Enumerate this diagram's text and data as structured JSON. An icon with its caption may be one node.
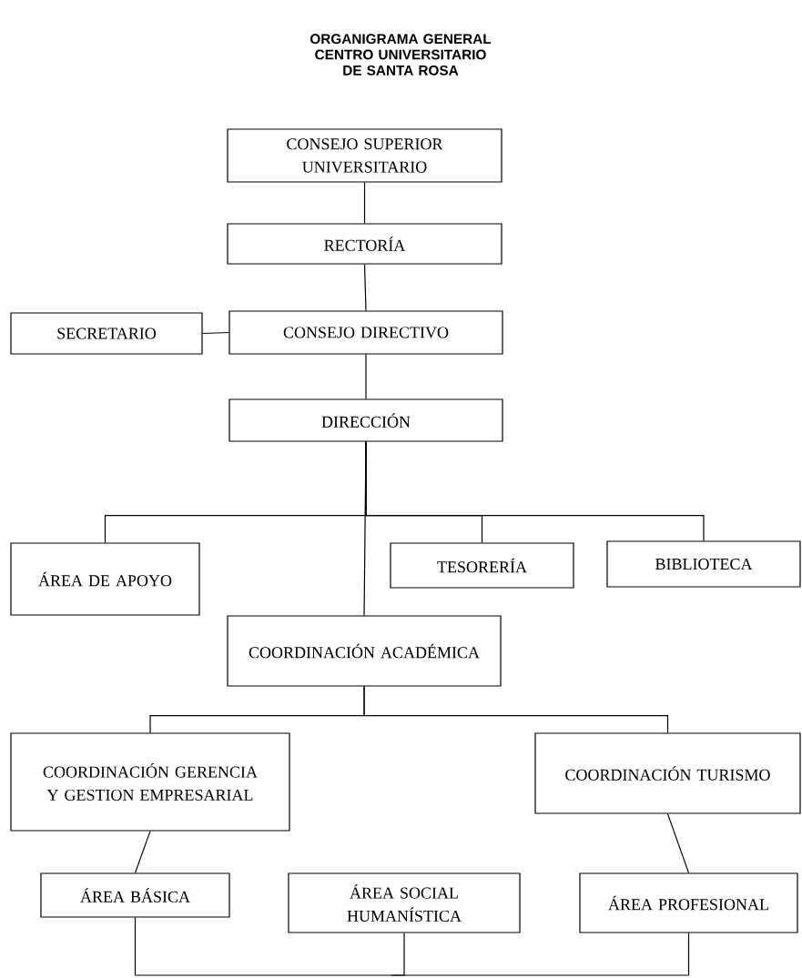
{
  "diagram": {
    "title": "ORGANIGRAMA GENERAL CENTRO UNIVERSITARIO DE SANTA ROSA",
    "nodes": [
      {
        "text": [
          "CONSEJO SUPERIOR UNIVERSITARIO"
        ]
      },
      {
        "text": [
          "RECTORÍA"
        ]
      },
      {
        "text": [
          "SECRETARIO"
        ]
      },
      {
        "text": [
          "CONSEJO DIRECTIVO"
        ]
      },
      {
        "text": [
          "DIRECCIÓN"
        ]
      },
      {
        "text": [
          "ÁREA DE APOYO"
        ]
      },
      {
        "text": [
          "TESORERÍA"
        ]
      },
      {
        "text": [
          "BIBLIOTECA"
        ]
      },
      {
        "text": [
          "COORDINACIÓN ACADÉMICA"
        ]
      },
      {
        "text": [
          "COORDINACIÓN GERENCIA Y GESTION EMPRESARIAL"
        ]
      },
      {
        "text": [
          "COORDINACIÓN TURISMO"
        ]
      },
      {
        "text": [
          "ÁREA BÁSICA"
        ]
      },
      {
        "text": [
          "ÁREA SOCIAL HUMANÍSTICA"
        ]
      },
      {
        "text": [
          "ÁREA PROFESIONAL"
        ]
      }
    ],
    "edges": [
      {
        "from": 0,
        "to": 1,
        "arrow": "none"
      },
      {
        "from": 1,
        "to": 3,
        "arrow": "none"
      },
      {
        "from": 3,
        "to": 2,
        "arrow": "none"
      },
      {
        "from": 3,
        "to": 4,
        "arrow": "none"
      },
      {
        "from": 4,
        "to": 5,
        "arrow": "none"
      },
      {
        "from": 4,
        "to": 6,
        "arrow": "none"
      },
      {
        "from": 4,
        "to": 7,
        "arrow": "none"
      },
      {
        "from": 4,
        "to": 8,
        "arrow": "none"
      },
      {
        "from": 8,
        "to": 9,
        "arrow": "none"
      },
      {
        "from": 8,
        "to": 10,
        "arrow": "none"
      },
      {
        "from": 9,
        "to": 11,
        "arrow": "none"
      },
      {
        "from": 10,
        "to": 13,
        "arrow": "none"
      },
      {
        "from": 11,
        "to": null,
        "arrow": "none"
      },
      {
        "from": 12,
        "to": null,
        "arrow": "none"
      },
      {
        "from": 13,
        "to": null,
        "arrow": "none"
      }
    ]
  }
}
